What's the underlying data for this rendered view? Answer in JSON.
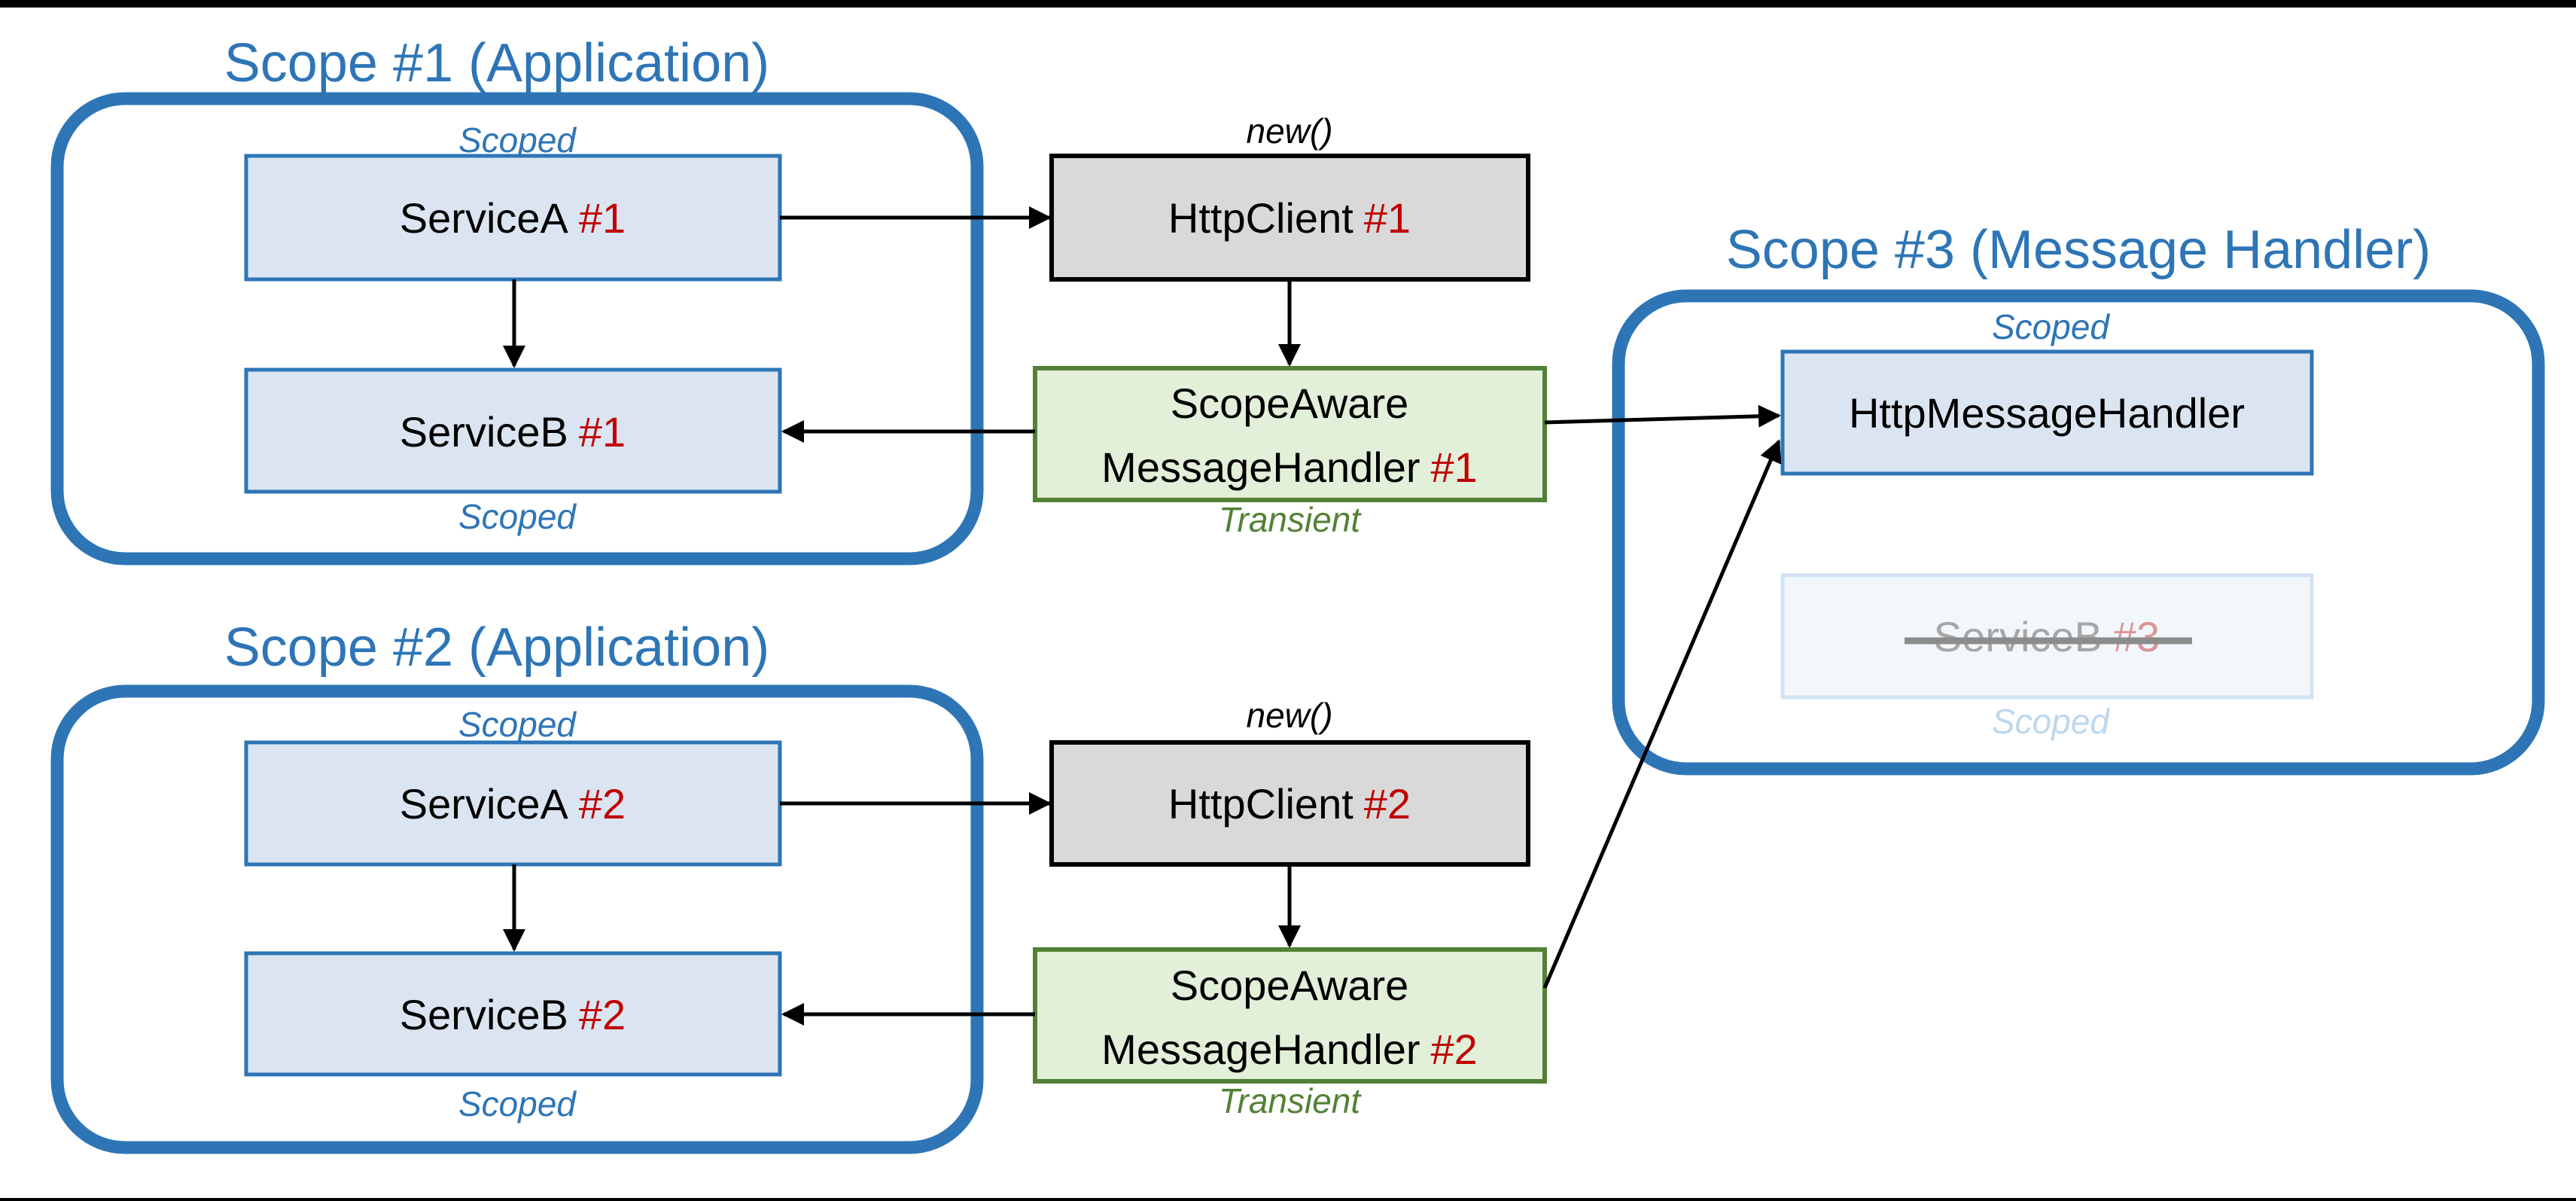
{
  "colors": {
    "scope_blue": "#2e75b6",
    "box_blue_fill": "#dbe5f2",
    "box_gray_fill": "#d9d9d9",
    "box_green_fill": "#e2efd9",
    "green": "#538135",
    "red": "#c00000",
    "faded_text_gray": "#a6a6a6",
    "faded_red": "#dc9598",
    "faded_blue": "#bdd7ee",
    "black": "#000000"
  },
  "scope1": {
    "title": "Scope #1 (Application)",
    "scoped_top": "Scoped",
    "scoped_bottom": "Scoped",
    "serviceA": {
      "name": "ServiceA",
      "id": "#1"
    },
    "serviceB": {
      "name": "ServiceB",
      "id": "#1"
    }
  },
  "scope2": {
    "title": "Scope #2 (Application)",
    "scoped_top": "Scoped",
    "scoped_bottom": "Scoped",
    "serviceA": {
      "name": "ServiceA",
      "id": "#2"
    },
    "serviceB": {
      "name": "ServiceB",
      "id": "#2"
    }
  },
  "scope3": {
    "title": "Scope #3 (Message Handler)",
    "scoped_top": "Scoped",
    "scoped_bottom": "Scoped",
    "httpMessageHandler": "HttpMessageHandler",
    "serviceB": {
      "name": "ServiceB",
      "id": "#3"
    }
  },
  "httpClient1": {
    "annotation": "new()",
    "name": "HttpClient",
    "id": "#1"
  },
  "httpClient2": {
    "annotation": "new()",
    "name": "HttpClient",
    "id": "#2"
  },
  "handler1": {
    "line1": "ScopeAware",
    "line2": "MessageHandler",
    "id": "#1",
    "lifetime": "Transient"
  },
  "handler2": {
    "line1": "ScopeAware",
    "line2": "MessageHandler",
    "id": "#2",
    "lifetime": "Transient"
  }
}
